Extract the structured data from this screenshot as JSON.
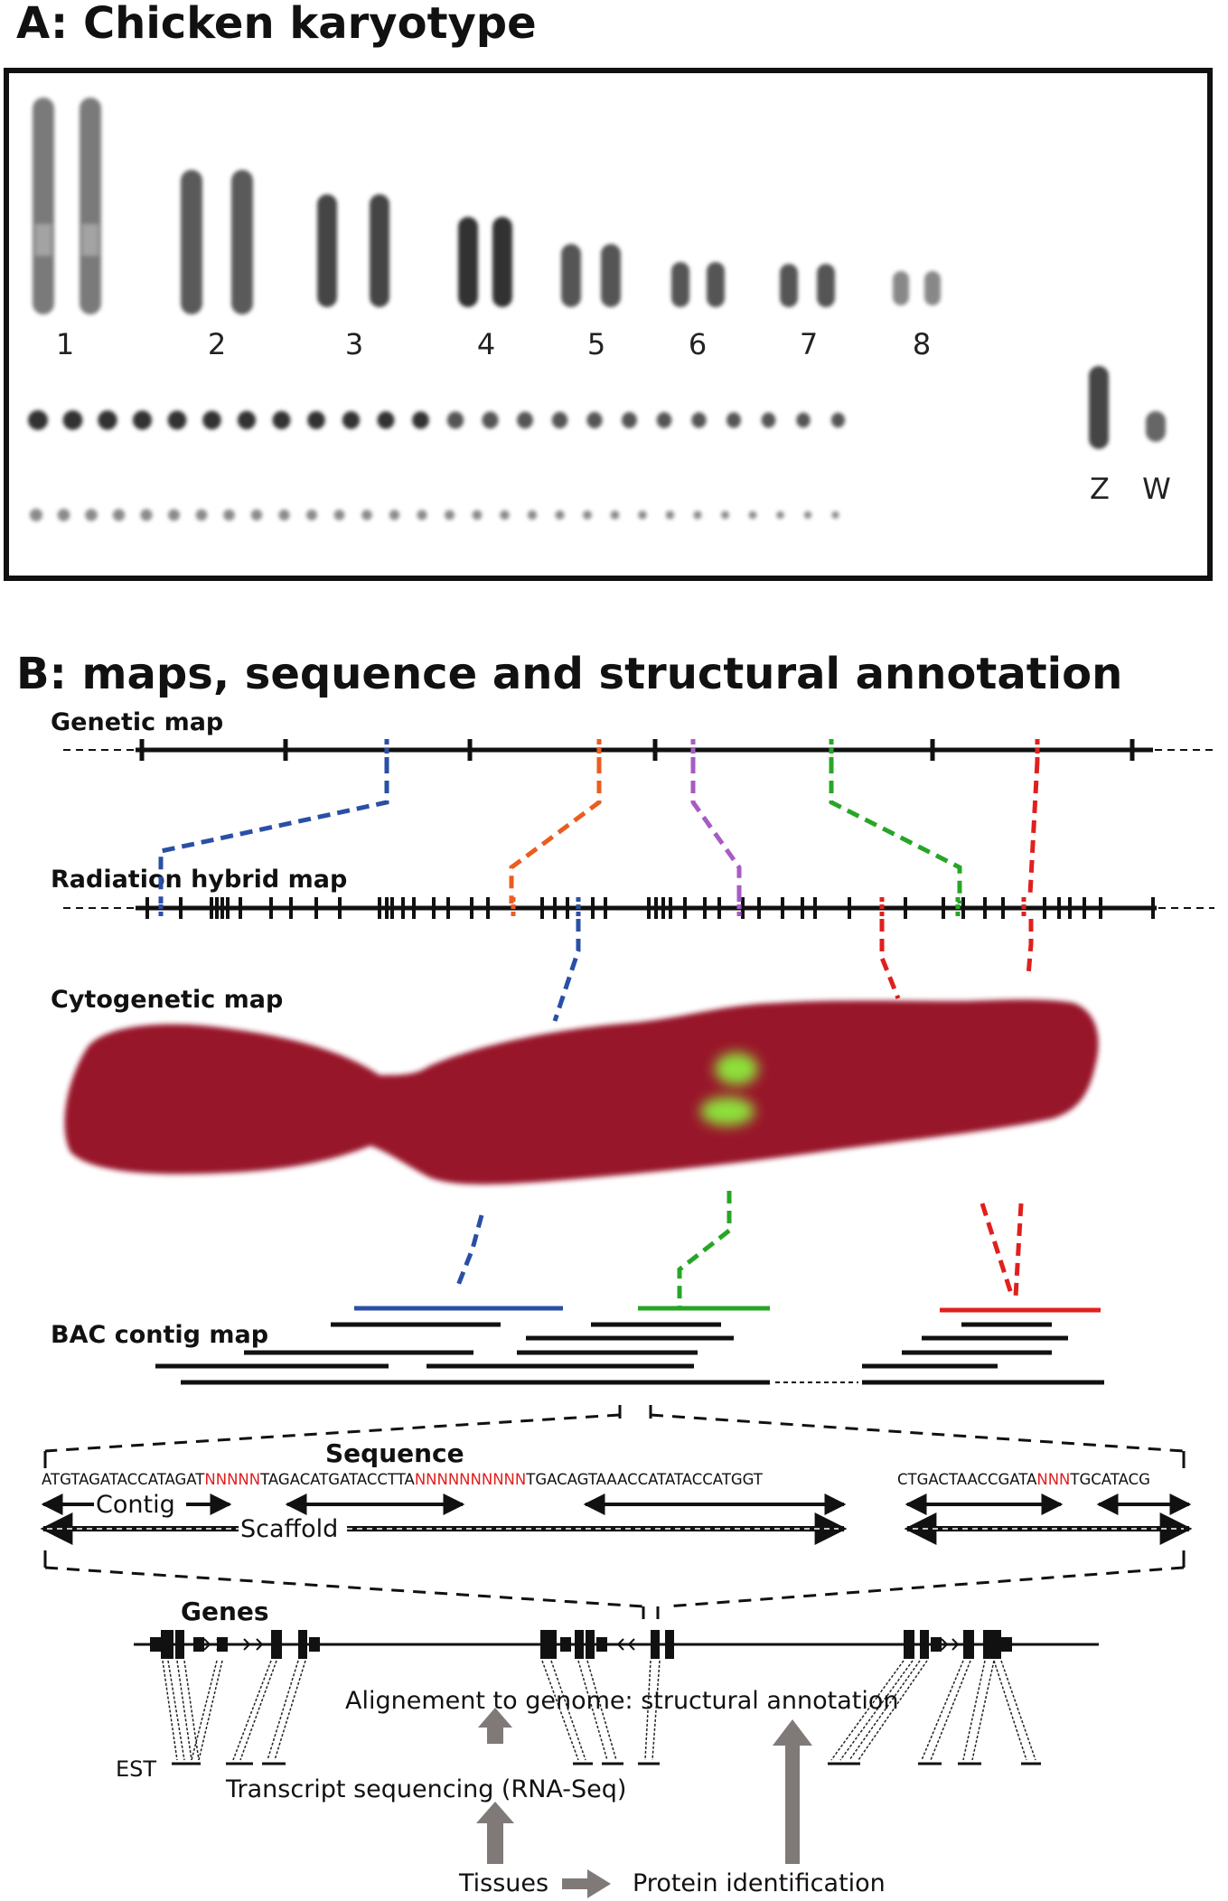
{
  "panel_a": {
    "title": "A: Chicken karyotype",
    "chromosome_labels": [
      "1",
      "2",
      "3",
      "4",
      "5",
      "6",
      "7",
      "8"
    ],
    "sex_chromosome_labels": [
      "Z",
      "W"
    ]
  },
  "panel_b": {
    "title": "B: maps, sequence and structural annotation",
    "genetic_map_label": "Genetic map",
    "rh_map_label": "Radiation hybrid map",
    "cytogenetic_map_label": "Cytogenetic map",
    "bac_contig_label": "BAC contig map",
    "sequence_label": "Sequence",
    "sequence": {
      "seg1": "ATGTAGATACCATAGAT",
      "gap1": "NNNNN",
      "seg2": "TAGACATGATACCTTA",
      "gap2": "NNNNNNNNNN",
      "seg3": "TGACAGTAAACCATATACCATGGT",
      "seg4": "CTGACTAACCGATA",
      "gap3": "NNN",
      "seg5": "TGCATACG"
    },
    "contig_label": "Contig",
    "scaffold_label": "Scaffold",
    "genes_label": "Genes",
    "alignment_label": "Alignement to genome: structural annotation",
    "est_label": "EST",
    "transcript_label": "Transcript sequencing (RNA-Seq)",
    "tissues_label": "Tissues",
    "protein_label": "Protein identification"
  },
  "colors": {
    "blue": "#2a4fa6",
    "orange": "#ea5d21",
    "purple": "#a85bc4",
    "green": "#27a626",
    "red": "#e0201e",
    "chromosome_red": "#98182a",
    "fish_green": "#8ee03a",
    "arrow_gray": "#7f7a78"
  }
}
